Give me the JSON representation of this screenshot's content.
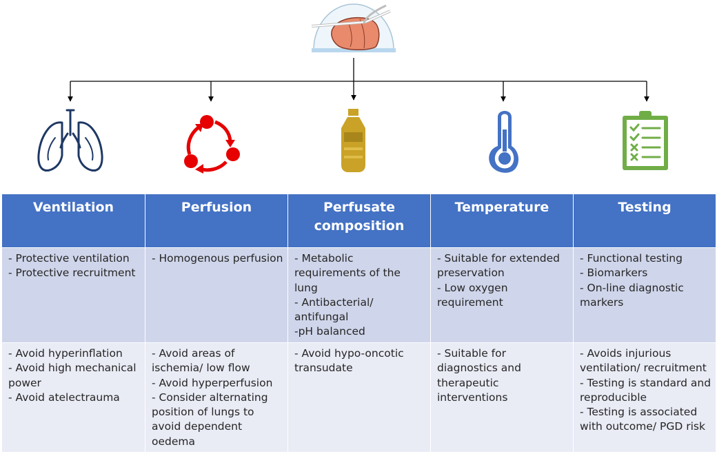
{
  "colors": {
    "header": "#4472c4",
    "row_dark": "#cfd5ea",
    "row_light": "#e9ebf5",
    "lung_icon": "#1f3864",
    "perfusion_icon": "#e60000",
    "perfusate_icon": "#c9a227",
    "temperature_icon": "#4472c4",
    "testing_icon": "#70ad47"
  },
  "root_icon": "organ-perfusion-dome-icon",
  "columns": [
    {
      "icon": "lungs-icon",
      "header": "Ventilation",
      "row1": "- Protective ventilation\n- Protective recruitment",
      "row2": "- Avoid hyperinflation\n- Avoid high mechanical power\n- Avoid atelectrauma"
    },
    {
      "icon": "circular-arrows-icon",
      "header": "Perfusion",
      "row1": "- Homogenous perfusion",
      "row2": "- Avoid areas of ischemia/ low flow\n- Avoid hyperperfusion\n- Consider alternating position of lungs to avoid dependent oedema"
    },
    {
      "icon": "bottle-icon",
      "header": "Perfusate composition",
      "row1": "- Metabolic requirements of the lung\n- Antibacterial/ antifungal\n-pH balanced",
      "row2": "- Avoid hypo-oncotic transudate"
    },
    {
      "icon": "thermometer-icon",
      "header": "Temperature",
      "row1": "- Suitable for extended preservation\n- Low oxygen requirement",
      "row2": "- Suitable for diagnostics and therapeutic interventions"
    },
    {
      "icon": "clipboard-checklist-icon",
      "header": "Testing",
      "row1": "- Functional testing\n- Biomarkers\n- On-line diagnostic markers",
      "row2": "- Avoids injurious ventilation/ recruitment\n- Testing is standard and reproducible\n- Testing is associated with outcome/ PGD risk"
    }
  ]
}
